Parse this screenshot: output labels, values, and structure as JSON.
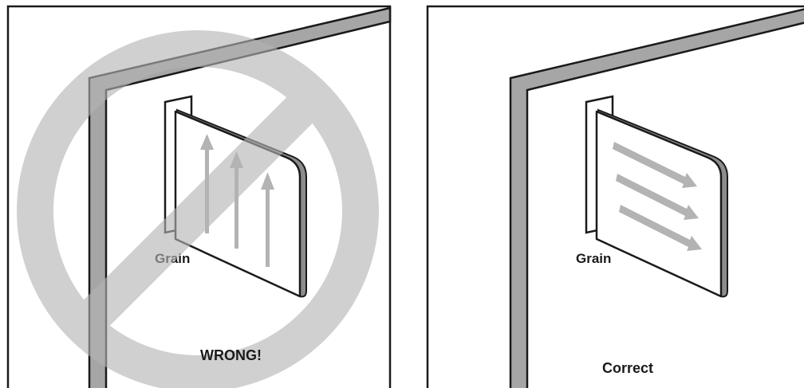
{
  "panels": [
    {
      "id": "wrong",
      "grain_label": "Grain",
      "verdict": "WRONG!",
      "grain_direction": "vertical",
      "prohibited": true
    },
    {
      "id": "correct",
      "grain_label": "Grain",
      "verdict": "Correct",
      "grain_direction": "horizontal",
      "prohibited": false
    }
  ],
  "colors": {
    "outline": "#1a1a1a",
    "wall_trim": "#a6a6a6",
    "panel_edge": "#8c8c8c",
    "grain_arrow": "#b3b3b3",
    "prohibition_sign": "#c8c8c8",
    "background": "#ffffff"
  }
}
